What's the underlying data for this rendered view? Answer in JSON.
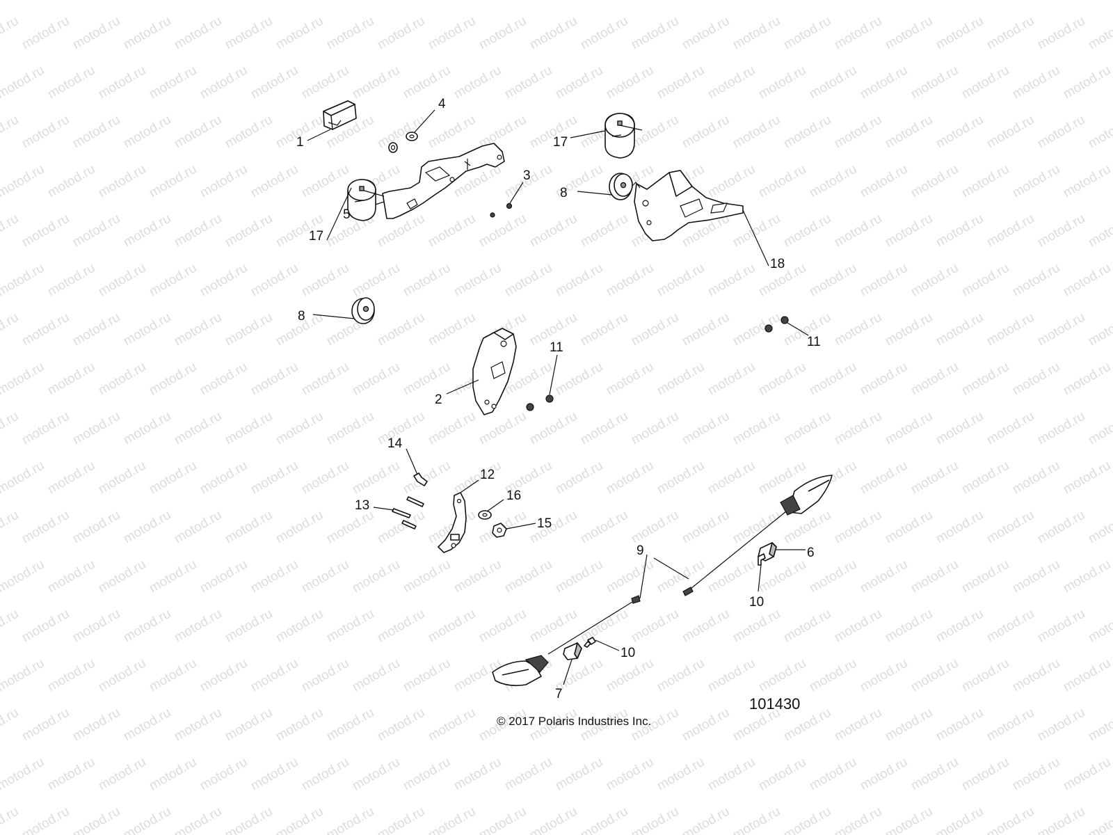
{
  "watermark": "motod.ru",
  "diagram_id": "101430",
  "copyright": "© 2017 Polaris Industries Inc.",
  "callouts": {
    "c1": "1",
    "c2": "2",
    "c3": "3",
    "c4": "4",
    "c5": "5",
    "c6": "6",
    "c7": "7",
    "c8a": "8",
    "c8b": "8",
    "c9": "9",
    "c10a": "10",
    "c10b": "10",
    "c11a": "11",
    "c11b": "11",
    "c12": "12",
    "c13": "13",
    "c14": "14",
    "c15": "15",
    "c16": "16",
    "c17a": "17",
    "c17b": "17",
    "c18": "18"
  }
}
